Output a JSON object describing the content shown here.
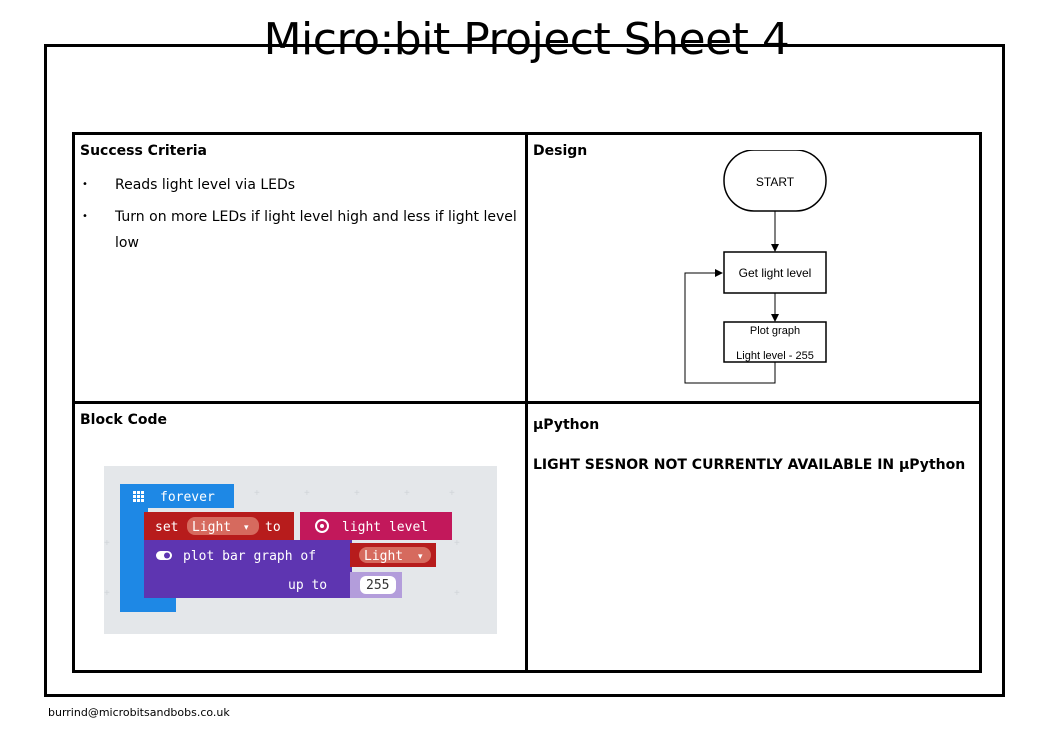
{
  "title": "Micro:bit Project Sheet 4",
  "success": {
    "heading": "Success Criteria",
    "items": [
      "Reads light level via LEDs",
      "Turn on more LEDs if light level high and less if light level low"
    ]
  },
  "design": {
    "heading": "Design",
    "start": "START",
    "step1": "Get light level",
    "step2_line1": "Plot graph",
    "step2_line2": "Light level - 255"
  },
  "block_code": {
    "heading": "Block Code",
    "forever": "forever",
    "set": "set",
    "variable": "Light",
    "to": "to",
    "light_level": "light level",
    "plot": "plot bar graph of",
    "up_to": "up to",
    "max": "255"
  },
  "python": {
    "heading": "μPython",
    "note": "LIGHT SESNOR NOT CURRENTLY AVAILABLE IN μPython"
  },
  "footer": "burrind@microbitsandbobs.co.uk"
}
